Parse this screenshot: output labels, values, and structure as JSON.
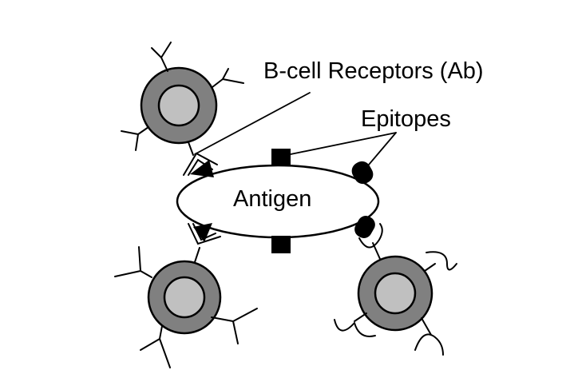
{
  "labels": {
    "receptors": "B-cell Receptors (Ab)",
    "epitopes": "Epitopes",
    "antigen": "Antigen"
  },
  "colors": {
    "cell_outer": "#808080",
    "cell_inner": "#c0c0c0",
    "stroke": "#000000",
    "antigen_fill": "#ffffff",
    "epitope_fill": "#000000"
  }
}
